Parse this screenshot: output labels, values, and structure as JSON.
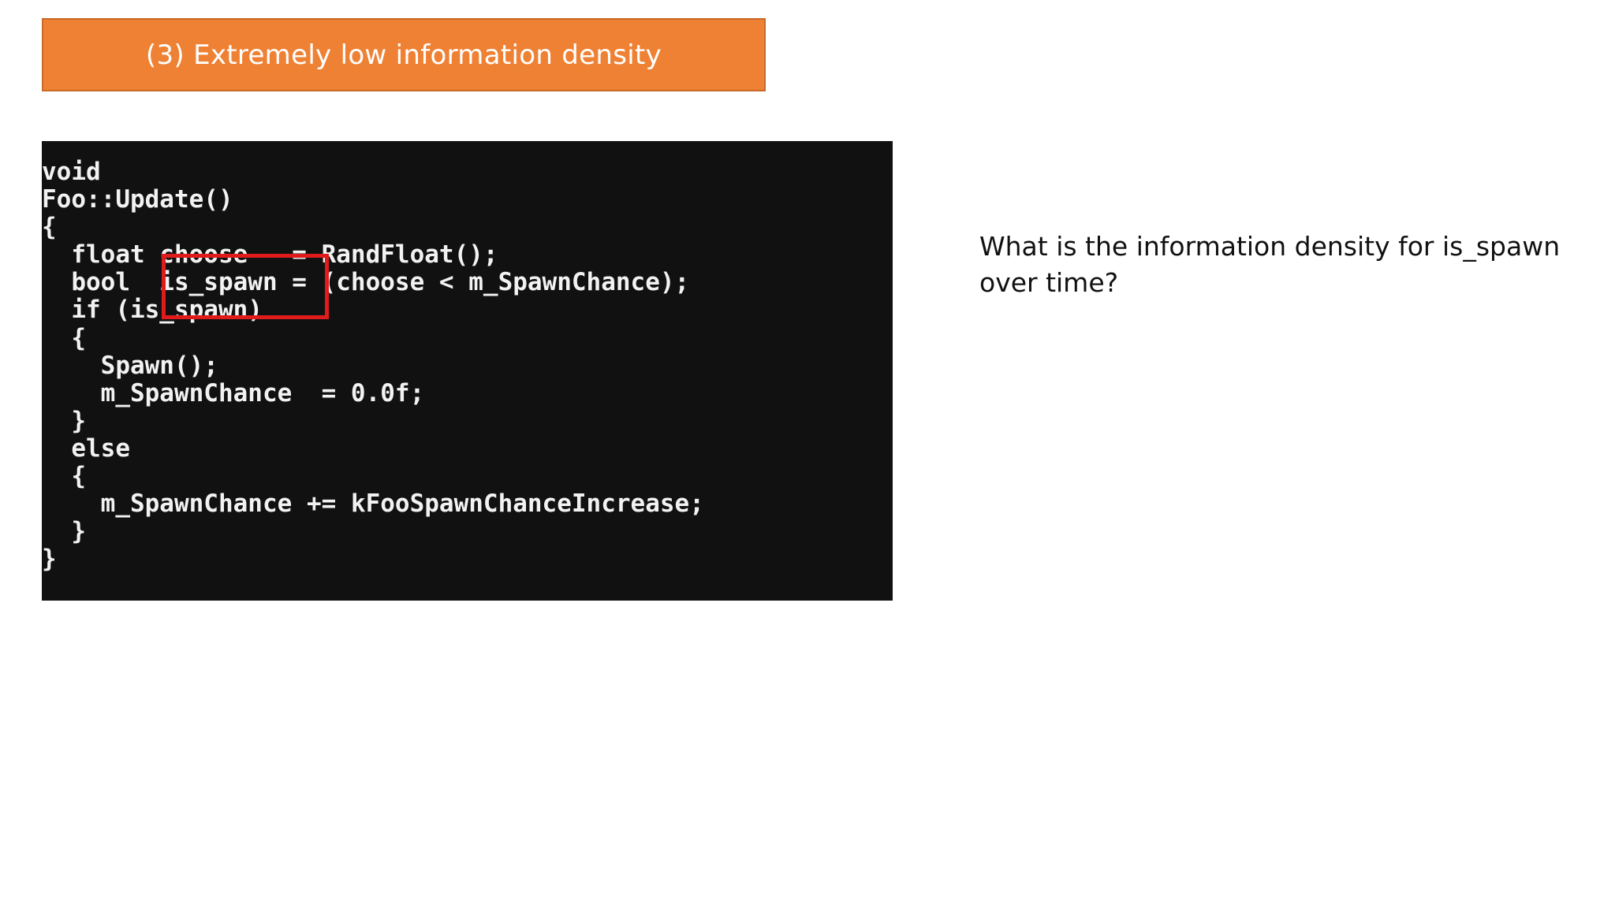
{
  "slide": {
    "title": "(3) Extremely low information density",
    "question": "What is the information density for is_spawn over time?",
    "code": "void\nFoo::Update()\n{\n  float choose   = RandFloat();\n  bool  is_spawn = (choose < m_SpawnChance);\n  if (is_spawn)\n  {\n    Spawn();\n    m_SpawnChance  = 0.0f;\n  }\n  else\n  {\n    m_SpawnChance += kFooSpawnChanceIncrease;\n  }\n}",
    "highlight_term": "is_spawn"
  },
  "colors": {
    "banner": "#ef8134",
    "code_background": "#111111",
    "code_text": "#f2f2f2",
    "highlight_border": "#e01b1b"
  }
}
